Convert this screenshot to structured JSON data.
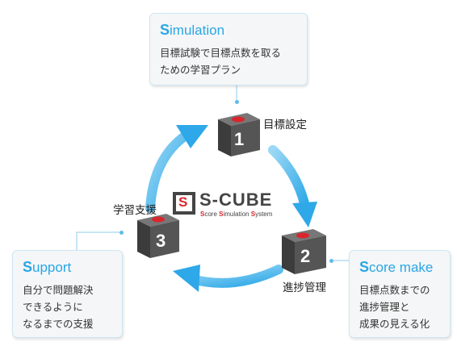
{
  "boxes": {
    "simulation": {
      "title_cap": "S",
      "title_rest": "imulation",
      "body": "目標試験で目標点数を取る\nための学習プラン"
    },
    "support": {
      "title_cap": "S",
      "title_rest": "upport",
      "body": "自分で問題解決\nできるように\nなるまでの支援"
    },
    "score_make": {
      "title_cap": "S",
      "title_rest": "core make",
      "body": "目標点数までの\n進捗管理と\n成果の見える化"
    }
  },
  "steps": [
    {
      "number": "1",
      "label": "目標設定"
    },
    {
      "number": "2",
      "label": "進捗管理"
    },
    {
      "number": "3",
      "label": "学習支援"
    }
  ],
  "logo": {
    "mark": "S",
    "name": "S-CUBE",
    "tagline_parts": [
      "S",
      "core ",
      "S",
      "imulation ",
      "S",
      "ystem"
    ]
  },
  "colors": {
    "accent": "#2aa6e6",
    "cube": "#4a4a4a",
    "cube_badge": "#d8262c",
    "arrow": "#4fbcf0"
  }
}
